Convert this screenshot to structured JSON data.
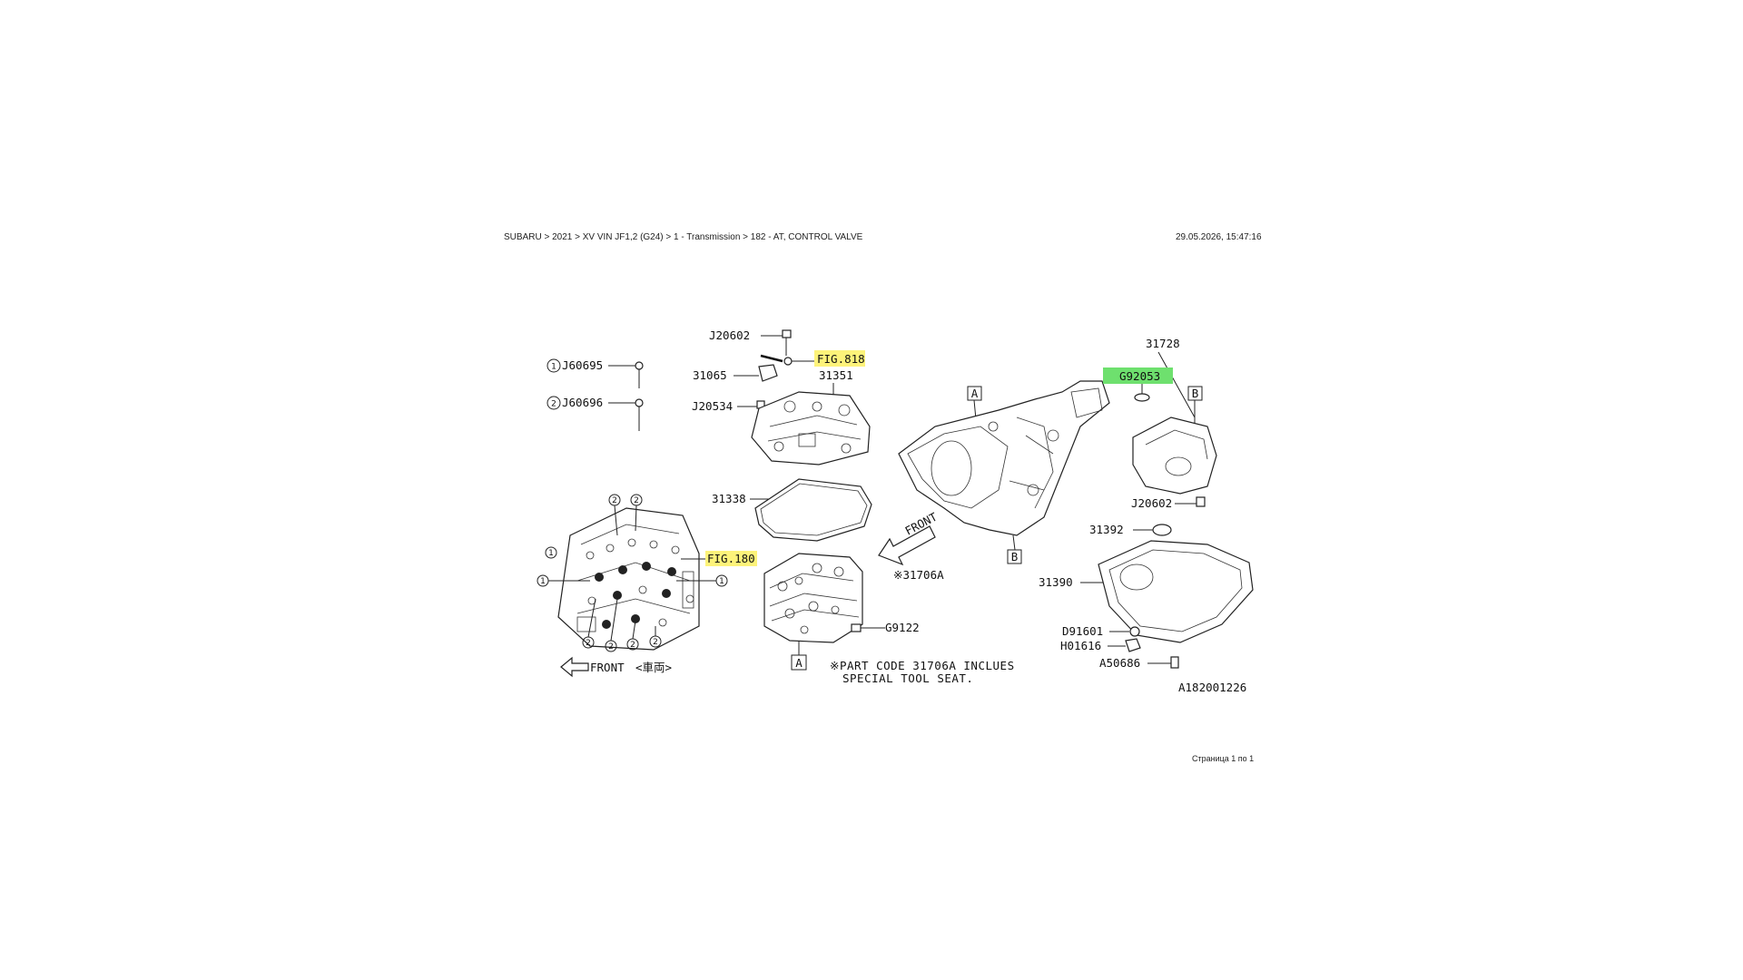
{
  "header": {
    "breadcrumb": "SUBARU > 2021 > XV VIN JF1,2 (G24) > 1 - Transmission > 182 - AT, CONTROL VALVE",
    "timestamp": "29.05.2026, 15:47:16"
  },
  "footer": {
    "page_info": "Страница 1 по 1"
  },
  "diagram": {
    "drawing_id": "A182001226",
    "labels": {
      "j60695": "J60695",
      "j60696": "J60696",
      "j20602_top": "J20602",
      "fig818": "FIG.818",
      "l31065": "31065",
      "l31351": "31351",
      "j20534": "J20534",
      "l31338": "31338",
      "fig180": "FIG.180",
      "l31706a": "※31706A",
      "g9122": "G9122",
      "l31728": "31728",
      "g92053": "G92053",
      "j20602_right": "J20602",
      "l31392": "31392",
      "l31390": "31390",
      "d91601": "D91601",
      "h01616": "H01616",
      "a50686": "A50686",
      "front": "FRONT",
      "front_paren": "<車両>",
      "front_arrow_text": "FRONT"
    },
    "callouts": {
      "a": "A",
      "b": "B",
      "one": "1",
      "two": "2"
    },
    "note_line1": "※PART CODE 31706A INCLUES",
    "note_line2": "SPECIAL TOOL SEAT.",
    "colors": {
      "yellow_highlight": "#fdf37a",
      "green_highlight": "#6ee06e"
    }
  }
}
